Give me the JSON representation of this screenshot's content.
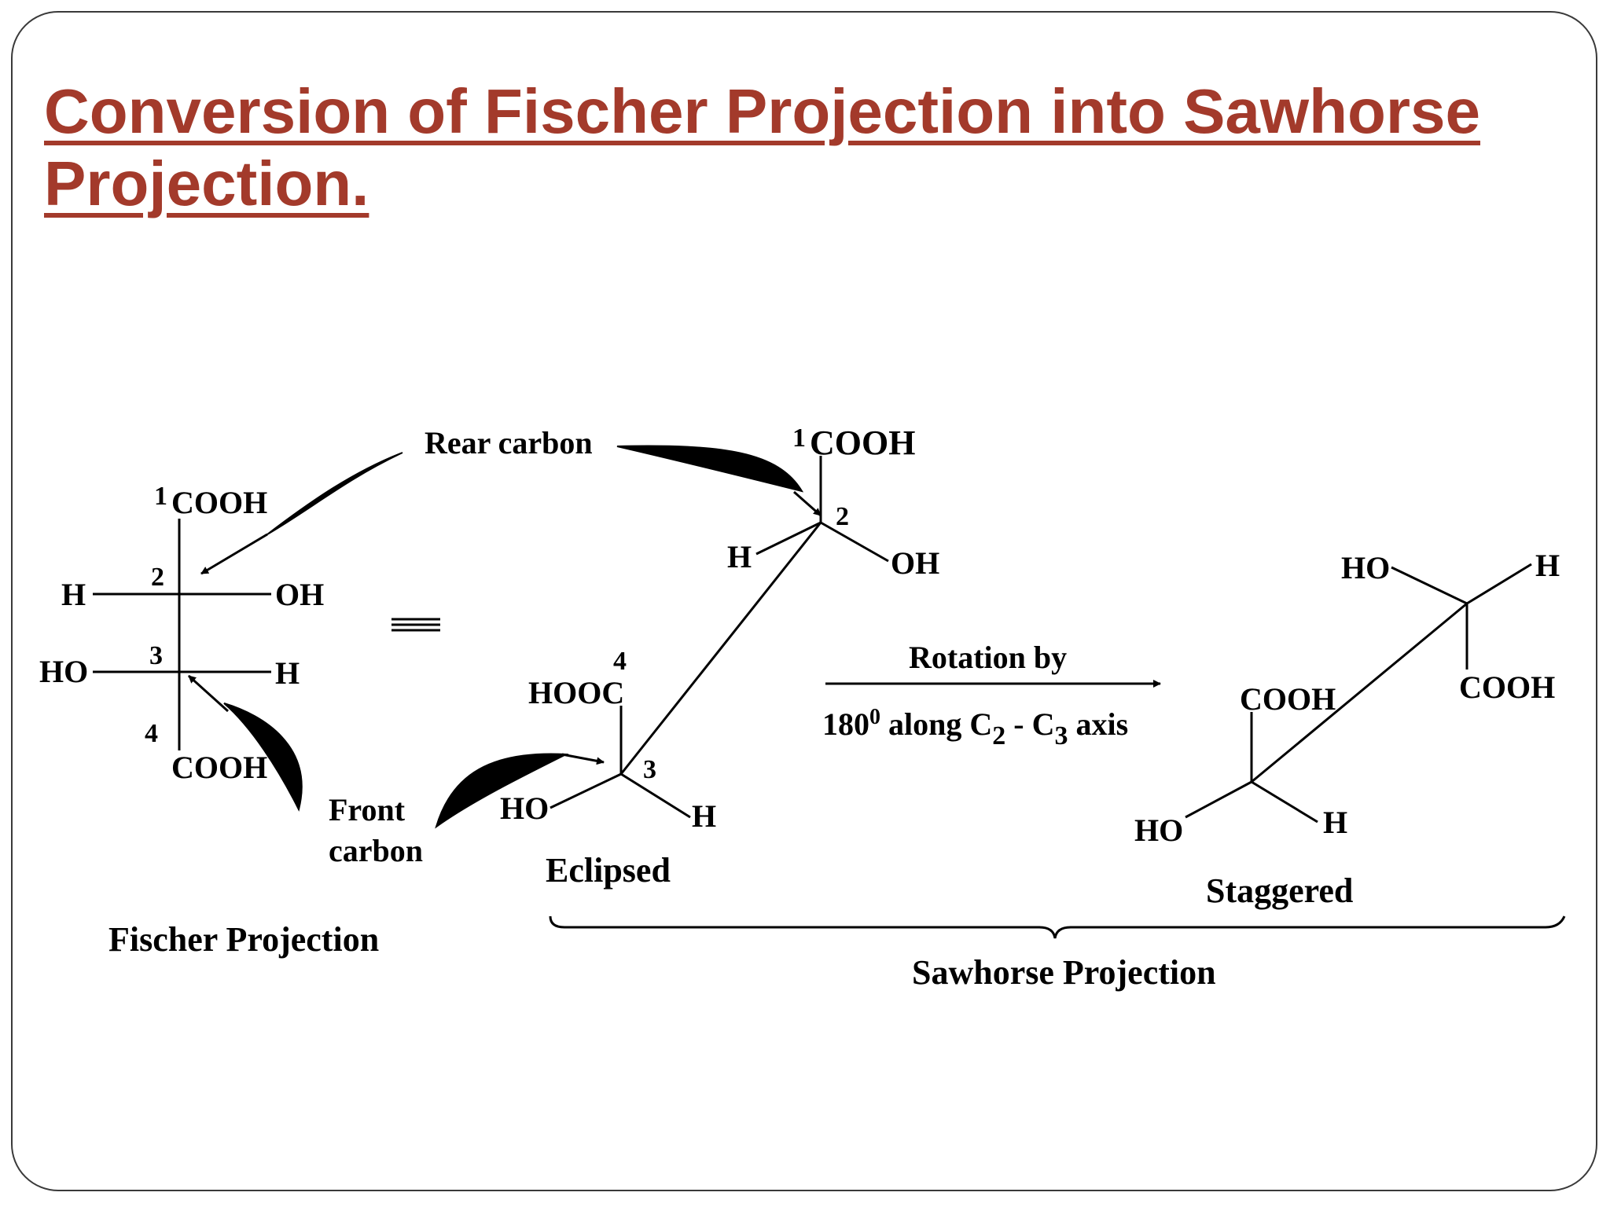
{
  "slide": {
    "title": "Conversion of Fischer Projection into Sawhorse Projection.",
    "accent_color": "#a33a2b"
  },
  "diagram": {
    "fischer": {
      "num1": "1",
      "c1": "COOH",
      "num2": "2",
      "c2_left": "H",
      "c2_right": "OH",
      "num3": "3",
      "c3_left": "HO",
      "c3_right": "H",
      "num4": "4",
      "c4": "COOH",
      "caption": "Fischer Projection"
    },
    "labels": {
      "rear_carbon": "Rear carbon",
      "front_carbon_line1": "Front",
      "front_carbon_line2": "carbon"
    },
    "eclipsed": {
      "num1": "1",
      "c1": "COOH",
      "num2": "2",
      "c2_left": "H",
      "c2_right": "OH",
      "num4": "4",
      "c4": "HOOC",
      "num3": "3",
      "c3_left": "HO",
      "c3_right": "H",
      "caption": "Eclipsed"
    },
    "rotation": {
      "line1": "Rotation by",
      "angle": "180",
      "degree": "0",
      "along": " along C",
      "sub2": "2",
      "dash": " - C",
      "sub3": "3",
      "axis": " axis"
    },
    "staggered": {
      "rear_left": "HO",
      "rear_right": "H",
      "rear_bottom": "COOH",
      "front_top": "COOH",
      "front_left": "HO",
      "front_right": "H",
      "caption": "Staggered"
    },
    "sawhorse_caption": "Sawhorse Projection"
  }
}
